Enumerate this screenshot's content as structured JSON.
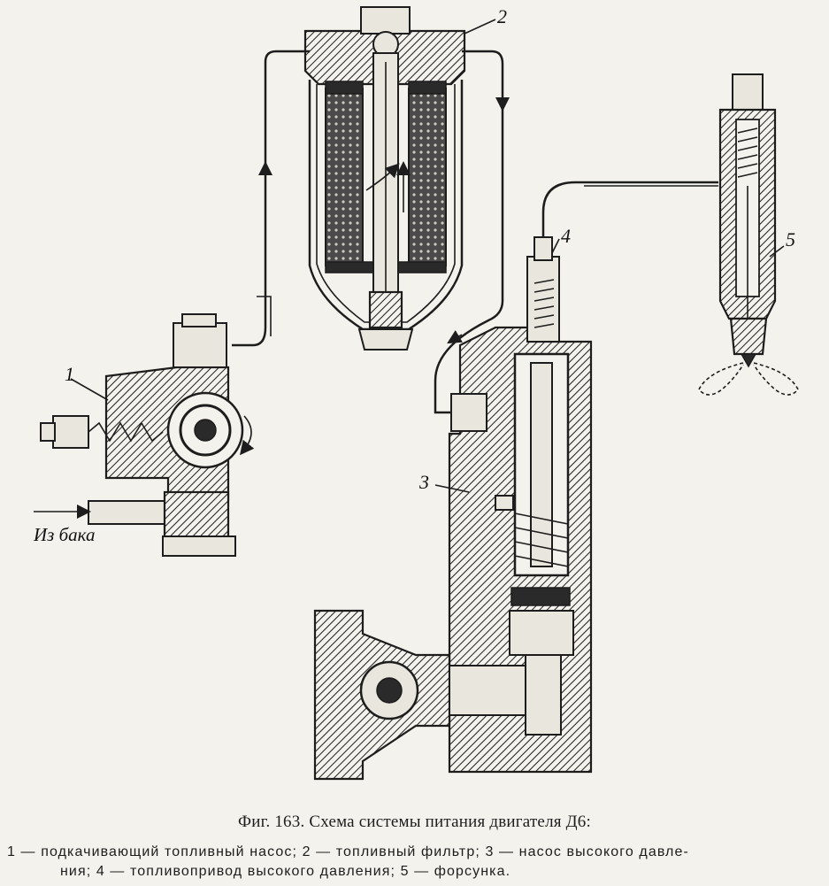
{
  "labels": {
    "n1": "1",
    "n2": "2",
    "n3": "3",
    "n4": "4",
    "n5": "5",
    "tank": "Из бака"
  },
  "caption": "Фиг. 163. Схема системы питания двигателя Д6:",
  "legend": {
    "line1": "1 — подкачивающий топливный насос; 2 — топливный фильтр; 3 — насос высокого давле-",
    "line2": "ния; 4 — топливопривод высокого давления; 5 — форсунка."
  }
}
